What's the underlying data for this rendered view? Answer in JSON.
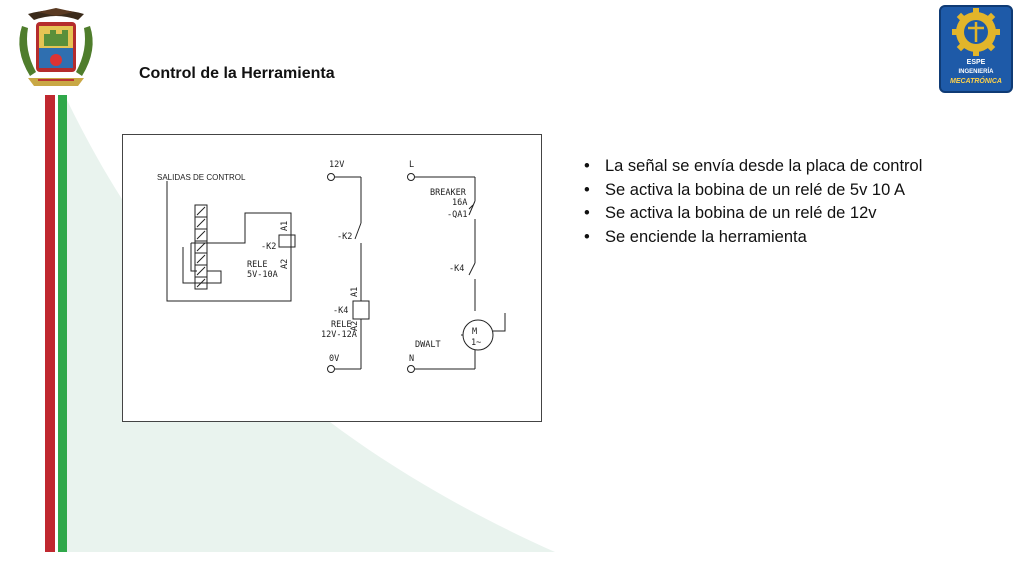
{
  "title": "Control de la Herramienta",
  "bullets": [
    "La señal se envía desde la placa de control",
    "Se activa la bobina de un relé de 5v 10 A",
    "Se activa la bobina de un relé de 12v",
    "Se enciende la herramienta"
  ],
  "diagram": {
    "control_outputs_label": "SALIDAS DE CONTROL",
    "relay1": {
      "id": "-K2",
      "coil_a1": "A1",
      "coil_a2": "A2",
      "name": "RELE",
      "rating": "5V-10A"
    },
    "supply_12v": "12V",
    "supply_0v": "0V",
    "contact_k2": "-K2",
    "relay2": {
      "id": "-K4",
      "coil_a1": "A1",
      "coil_a2": "A2",
      "name": "RELE",
      "rating": "12V-12A"
    },
    "line_l": "L",
    "line_n": "N",
    "breaker": {
      "name": "BREAKER",
      "rating": "16A",
      "id": "-QA1"
    },
    "contact_k4": "-K4",
    "tool_label": "DWALT",
    "motor": {
      "symbol": "M",
      "phase": "1~"
    }
  },
  "logos": {
    "right_lines": [
      "ESPE",
      "INGENIERÍA",
      "MECATRÓNICA"
    ]
  },
  "colors": {
    "stripe_red": "#c0282f",
    "stripe_green": "#2fa84a",
    "background_curve": "#e9f3ee",
    "logo_right_bg": "#1e5aa8",
    "logo_right_gear": "#e2b52a"
  }
}
